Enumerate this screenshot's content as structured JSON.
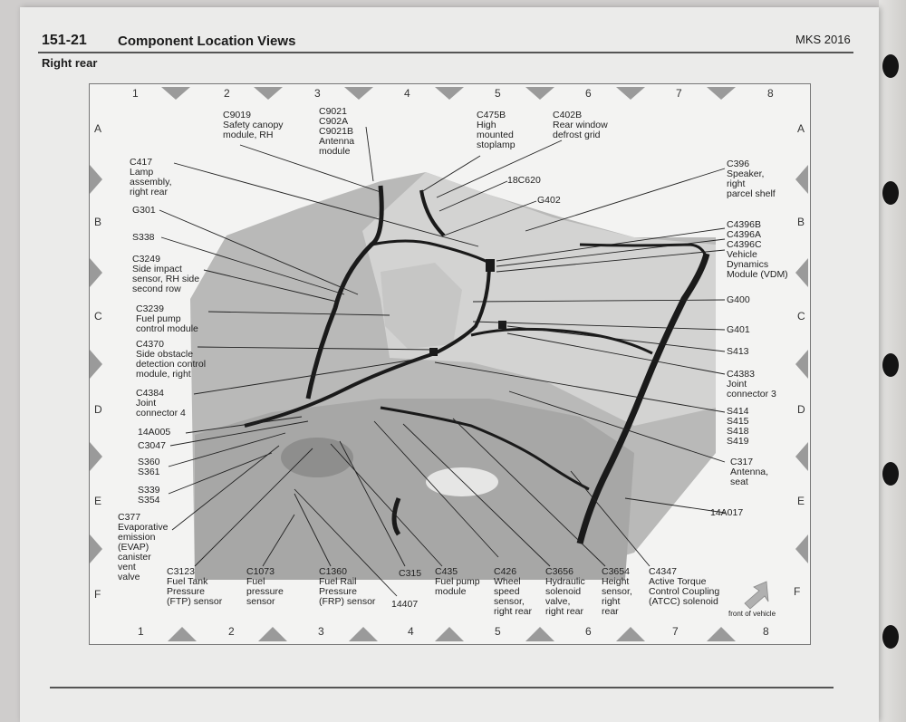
{
  "header": {
    "page_number": "151-21",
    "title": "Component Location Views",
    "model": "MKS 2016",
    "subtitle": "Right rear"
  },
  "grid": {
    "columns": [
      "1",
      "2",
      "3",
      "4",
      "5",
      "6",
      "7",
      "8"
    ],
    "rows": [
      "A",
      "B",
      "C",
      "D",
      "E",
      "F"
    ]
  },
  "labels": {
    "c9019": "C9019\nSafety canopy\nmodule, RH",
    "c9021": "C9021\nC902A\nC9021B\nAntenna\nmodule",
    "c475b": "C475B\nHigh\nmounted\nstoplamp",
    "c402b": "C402B\nRear window\ndefrost grid",
    "c417": "C417\nLamp\nassembly,\nright rear",
    "c18c620": "18C620",
    "g402": "G402",
    "c396": "C396\nSpeaker,\nright\nparcel shelf",
    "g301": "G301",
    "s338": "S338",
    "c4396": "C4396B\nC4396A\nC4396C\nVehicle\nDynamics\nModule (VDM)",
    "c3249": "C3249\nSide impact\nsensor, RH side\nsecond row",
    "g400": "G400",
    "c3239": "C3239\nFuel pump\ncontrol module",
    "g401": "G401",
    "c4370": "C4370\nSide obstacle\ndetection control\nmodule, right",
    "s413": "S413",
    "c4383": "C4383\nJoint\nconnector 3",
    "c4384": "C4384\nJoint\nconnector 4",
    "s414": "S414\nS415\nS418\nS419",
    "c14a005": "14A005",
    "c3047": "C3047",
    "s360": "S360\nS361",
    "c317": "C317\nAntenna,\nseat",
    "s339": "S339\nS354",
    "c14a017": "14A017",
    "c377": "C377\nEvaporative\nemission\n(EVAP)\ncanister\nvent\nvalve",
    "c3123": "C3123\nFuel Tank\nPressure\n(FTP) sensor",
    "c1073": "C1073\nFuel\npressure\nsensor",
    "c1360": "C1360\nFuel Rail\nPressure\n(FRP) sensor",
    "c315": "C315",
    "c435": "C435\nFuel pump\nmodule",
    "c426": "C426\nWheel\nspeed\nsensor,\nright rear",
    "c3656": "C3656\nHydraulic\nsolenoid\nvalve,\nright rear",
    "c3654": "C3654\nHeight\nsensor,\nright\nrear",
    "c4347": "C4347\nActive Torque\nControl Coupling\n(ATCC) solenoid",
    "c14407": "14407",
    "front": "front of vehicle"
  }
}
